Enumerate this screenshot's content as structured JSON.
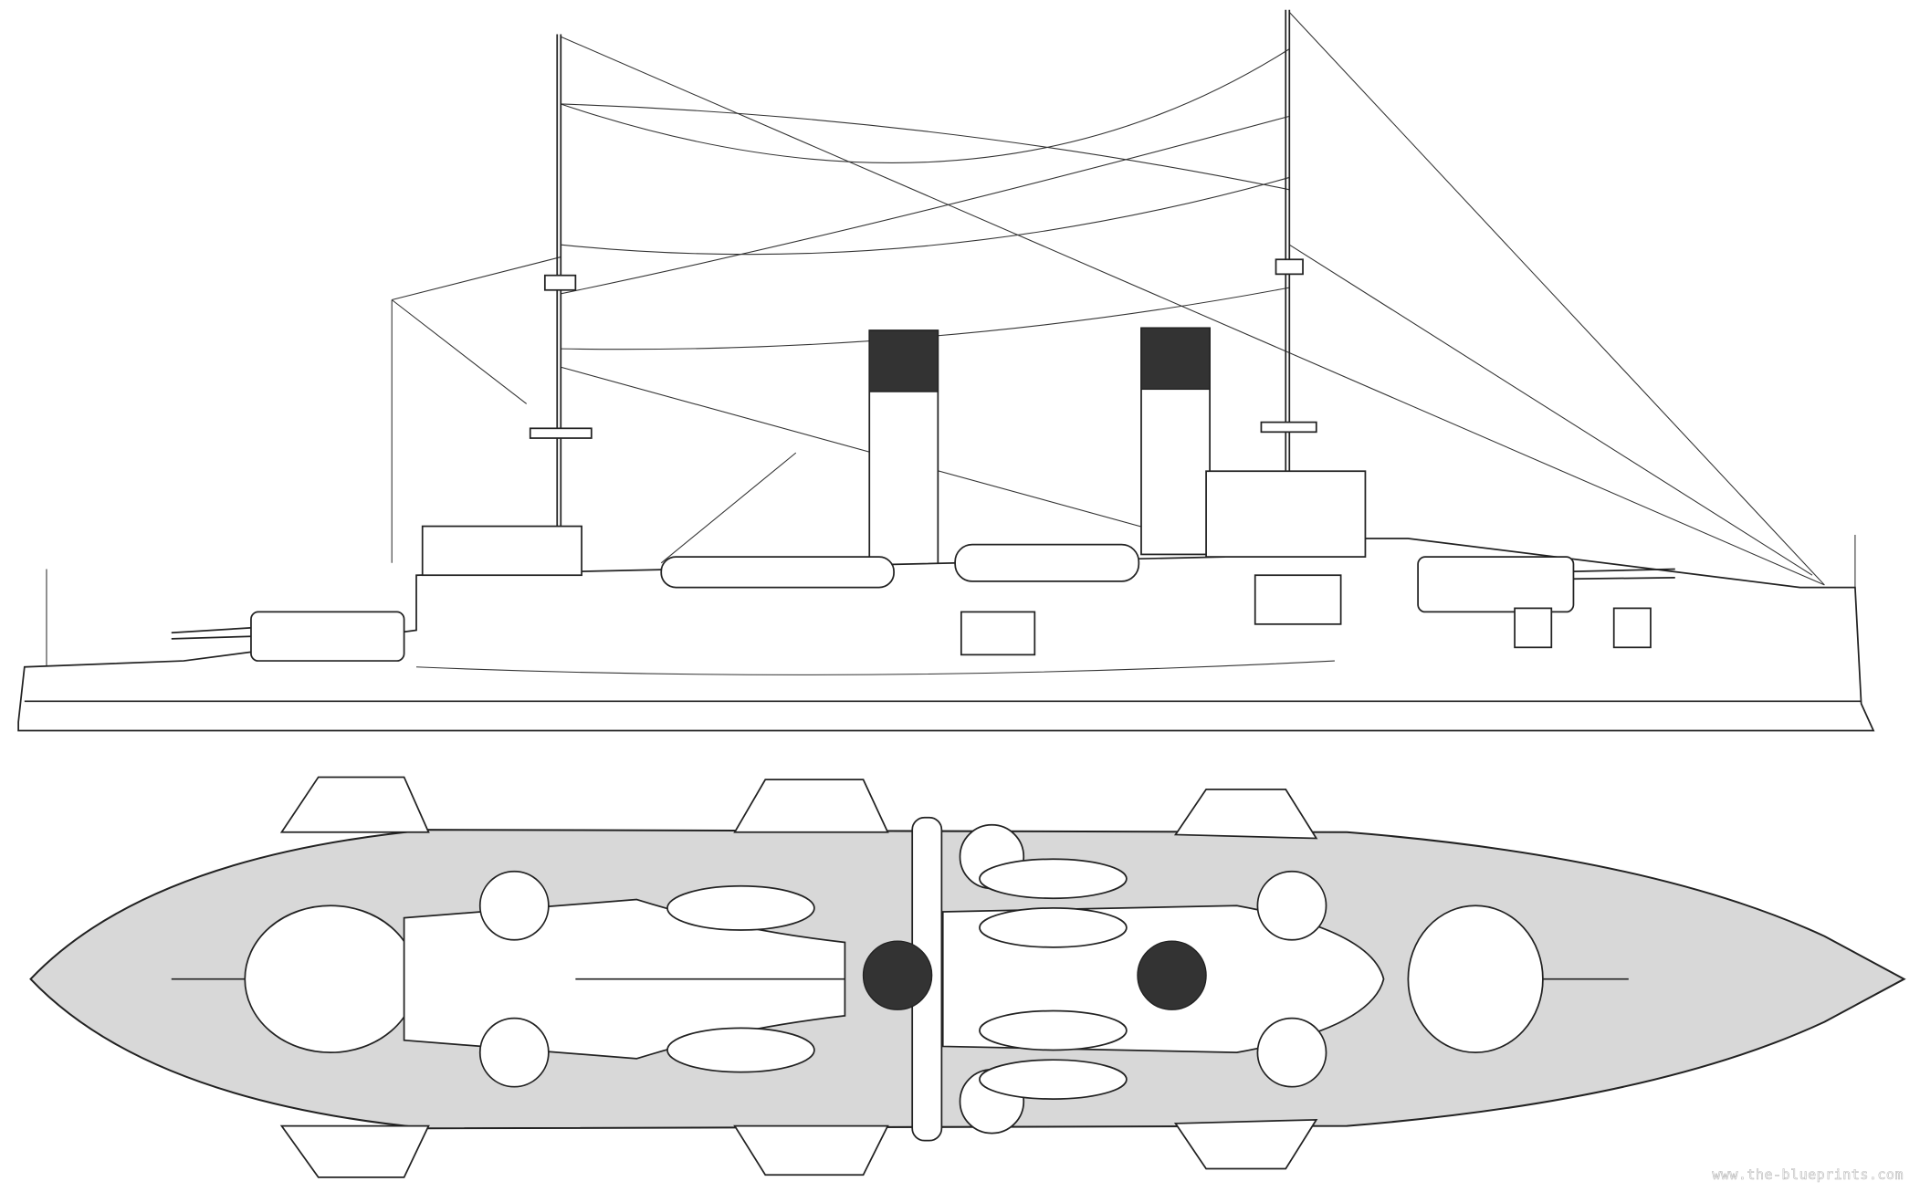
{
  "drawing": {
    "subject": "battleship",
    "views": [
      "side-profile",
      "top-plan"
    ]
  },
  "watermark": "www.the-blueprints.com"
}
